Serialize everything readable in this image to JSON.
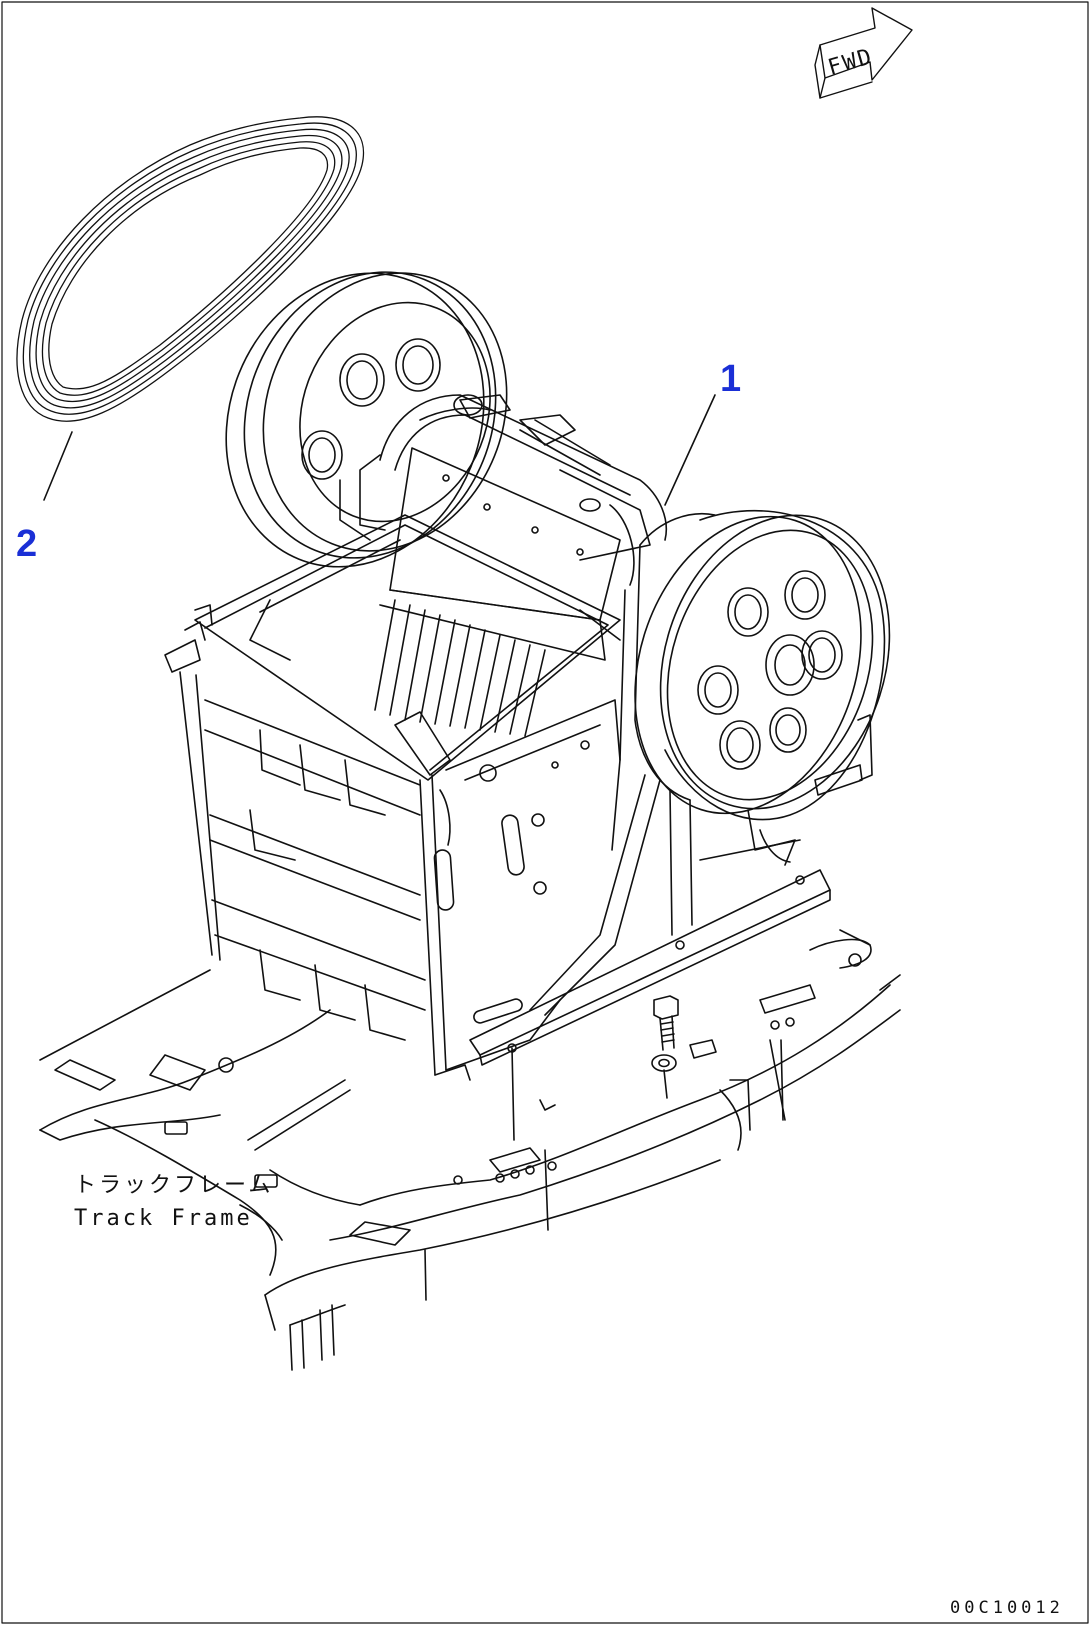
{
  "callouts": [
    {
      "number": "1"
    },
    {
      "number": "2"
    }
  ],
  "caption": {
    "japanese": "トラックフレーム",
    "english": "Track Frame"
  },
  "direction_arrow": {
    "label": "FWD",
    "icon": "forward-direction-arrow-icon"
  },
  "sheet_number": "00C10012",
  "colors": {
    "line": "#111111",
    "callout": "#1a2fd6",
    "background": "#ffffff"
  }
}
